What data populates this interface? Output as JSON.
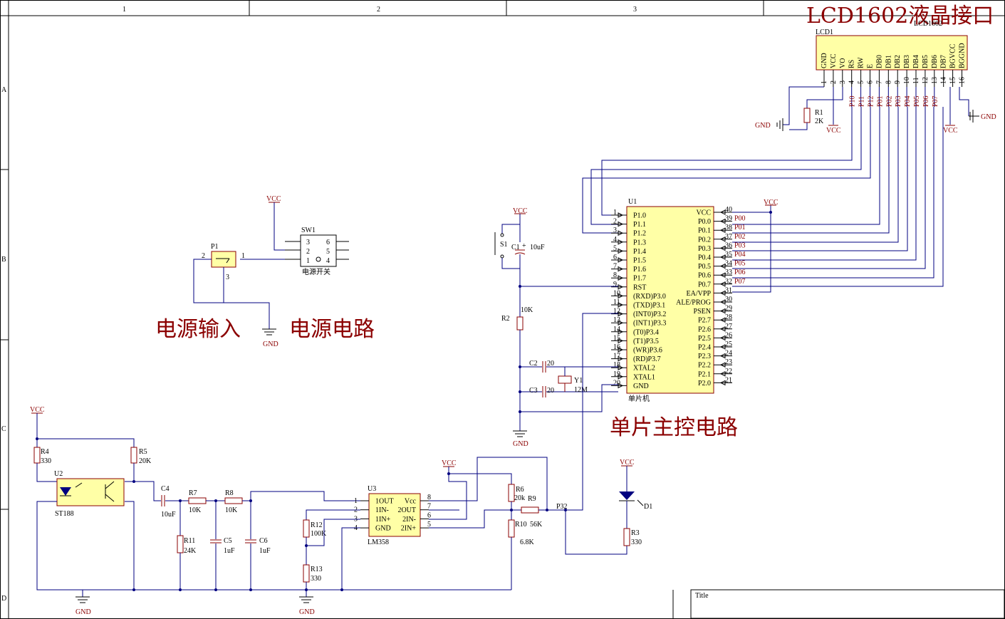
{
  "frame": {
    "cols": [
      "1",
      "2",
      "3"
    ],
    "rows": [
      "A",
      "B",
      "C",
      "D"
    ],
    "title_label": "Title"
  },
  "sections": {
    "lcd_title": "LCD1602液晶接口",
    "power_input": "电源输入",
    "power_circuit": "电源电路",
    "mcu_circuit": "单片主控电路"
  },
  "lcd": {
    "designator": "LCD1",
    "value": "LCD1602",
    "pins": [
      "GND",
      "VCC",
      "VO",
      "RS",
      "RW",
      "E",
      "DB0",
      "DB1",
      "DB2",
      "DB3",
      "DB4",
      "DB5",
      "DB6",
      "DB7",
      "BGVCC",
      "BGGND"
    ],
    "pin_numbers": [
      "1",
      "2",
      "3",
      "4",
      "5",
      "6",
      "7",
      "8",
      "9",
      "10",
      "11",
      "12",
      "13",
      "14",
      "15",
      "16"
    ],
    "net_labels": [
      "P10",
      "P11",
      "P12",
      "P01",
      "P02",
      "P03",
      "P04",
      "P05",
      "P06",
      "P07"
    ]
  },
  "mcu": {
    "designator": "U1",
    "name": "单片机",
    "left_pins": [
      "P1.0",
      "P1.1",
      "P1.2",
      "P1.3",
      "P1.4",
      "P1.5",
      "P1.6",
      "P1.7",
      "RST",
      "(RXD)P3.0",
      "(TXD)P3.1",
      "(INT0)P3.2",
      "(INT1)P3.3",
      "(T0)P3.4",
      "(T1)P3.5",
      "(WR)P3.6",
      "(RD)P3.7",
      "XTAL2",
      "XTAL1",
      "GND"
    ],
    "left_numbers": [
      "1",
      "2",
      "3",
      "4",
      "5",
      "6",
      "7",
      "8",
      "9",
      "10",
      "11",
      "12",
      "13",
      "14",
      "15",
      "16",
      "17",
      "18",
      "19",
      "20"
    ],
    "right_pins": [
      "VCC",
      "P0.0",
      "P0.1",
      "P0.2",
      "P0.3",
      "P0.4",
      "P0.5",
      "P0.6",
      "P0.7",
      "EA/VPP",
      "ALE/PROG",
      "PSEN",
      "P2.7",
      "P2.6",
      "P2.5",
      "P2.4",
      "P2.3",
      "P2.2",
      "P2.1",
      "P2.0"
    ],
    "right_numbers": [
      "40",
      "39",
      "38",
      "37",
      "36",
      "35",
      "34",
      "33",
      "32",
      "31",
      "30",
      "29",
      "28",
      "27",
      "26",
      "25",
      "24",
      "23",
      "22",
      "21"
    ],
    "port_nets": [
      "P00",
      "P01",
      "P02",
      "P03",
      "P04",
      "P05",
      "P06",
      "P07"
    ]
  },
  "opamp": {
    "designator": "U3",
    "value": "LM358",
    "left_pins": [
      "1OUT",
      "1IN-",
      "1IN+",
      "GND"
    ],
    "left_numbers": [
      "1",
      "2",
      "3",
      "4"
    ],
    "right_pins": [
      "Vcc",
      "2OUT",
      "2IN-",
      "2IN+"
    ],
    "right_numbers": [
      "8",
      "7",
      "6",
      "5"
    ]
  },
  "switch": {
    "designator": "SW1",
    "name": "电源开关",
    "pins": [
      "3",
      "2",
      "1",
      "6",
      "5",
      "4"
    ]
  },
  "connector": {
    "designator": "P1",
    "pins": [
      "2",
      "1",
      "3"
    ]
  },
  "sensor": {
    "designator": "U2",
    "value": "ST188"
  },
  "crystal": {
    "designator": "Y1",
    "value": "12M"
  },
  "led": {
    "designator": "D1"
  },
  "button": {
    "designator": "S1"
  },
  "net": {
    "vcc": "VCC",
    "gnd": "GND",
    "p32": "P32"
  },
  "parts": {
    "r1": "R1",
    "r1v": "2K",
    "r2": "R2",
    "r2v": "10K",
    "r3": "R3",
    "r3v": "330",
    "r4": "R4",
    "r4v": "330",
    "r5": "R5",
    "r5v": "20K",
    "r6": "R6",
    "r6v": "20k",
    "r7": "R7",
    "r7v": "10K",
    "r8": "R8",
    "r8v": "10K",
    "r9": "R9",
    "r9v": "56K",
    "r10": "R10",
    "r10v": "6.8K",
    "r11": "R11",
    "r11v": "24K",
    "r12": "R12",
    "r12v": "100K",
    "r13": "R13",
    "r13v": "330",
    "c1": "C1",
    "c1v": "10uF",
    "c2": "C2",
    "c2v": "20",
    "c3": "C3",
    "c3v": "20",
    "c4": "C4",
    "c4v": "10uF",
    "c5": "C5",
    "c5v": "1uF",
    "c6": "C6",
    "c6v": "1uF"
  },
  "colors": {
    "wire": "#000080",
    "part": "#8b0000",
    "body": "#ffffa6",
    "text": "#000000"
  }
}
